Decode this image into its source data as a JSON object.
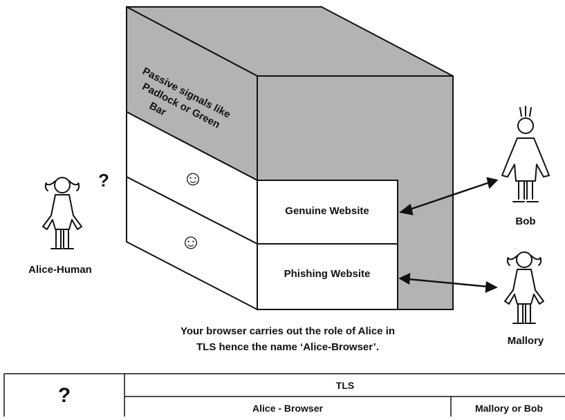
{
  "cube": {
    "top_text_lines": [
      "Passive signals like",
      "Padlock or Green",
      "Bar"
    ],
    "smiley_glyph": "☺",
    "box_genuine": "Genuine Website",
    "box_phishing": "Phishing Website"
  },
  "people": {
    "alice_human": "Alice-Human",
    "question_mark": "?",
    "bob": "Bob",
    "mallory": "Mallory"
  },
  "caption_lines": [
    "Your browser carries out the role of Alice in",
    "TLS hence the name ‘Alice-Browser’."
  ],
  "table": {
    "corner": "?",
    "group_header": "TLS",
    "col_alice": "Alice - Browser",
    "col_mallory_bob": "Mallory or Bob"
  },
  "colors": {
    "gray_face": "#b3b3b3",
    "line": "#111111",
    "background": "#ffffff"
  }
}
